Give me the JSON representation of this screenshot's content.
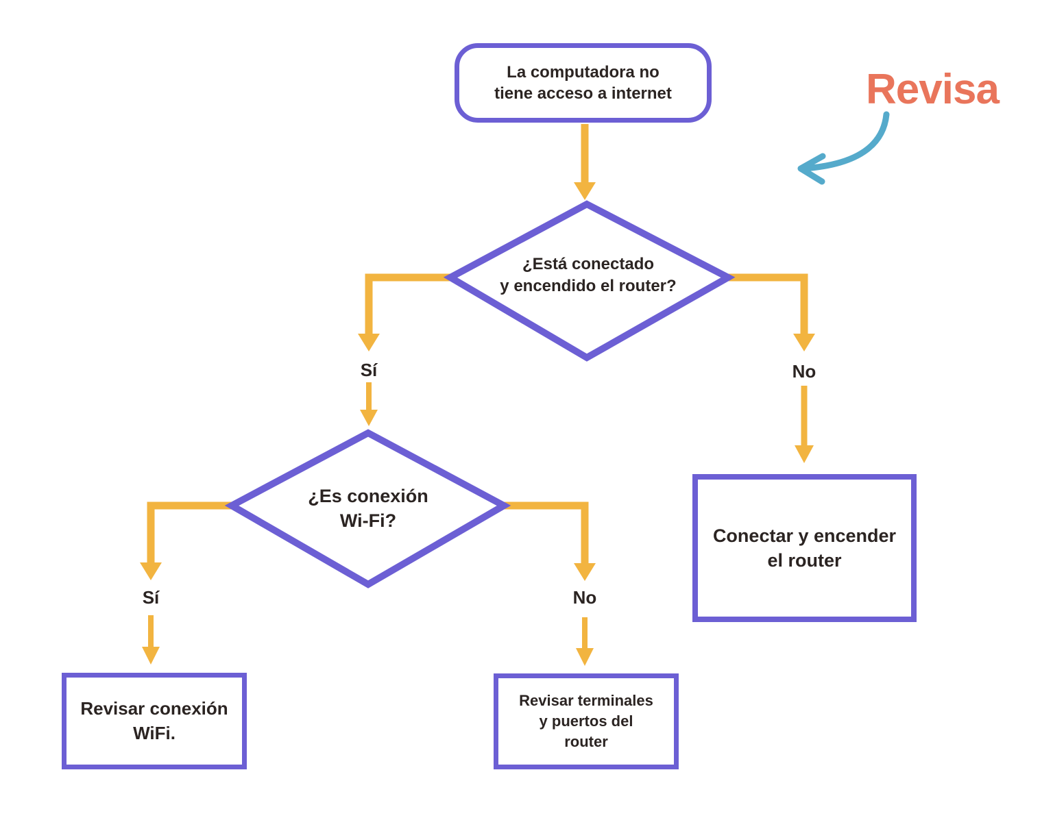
{
  "canvas": {
    "background": "#FFFFFF"
  },
  "style": {
    "node_border_color": "#6C5FD4",
    "arrow_color": "#F2B440",
    "text_color": "#2B2422"
  },
  "annotation": {
    "label": "Revisa",
    "text_color": "#E9755B",
    "arrow_color": "#55AACB",
    "arrow_icon": "curved-arrow-pointing-down-left"
  },
  "nodes": {
    "start": {
      "type": "terminator",
      "label": "La computadora no\ntiene acceso a internet"
    },
    "router_decision": {
      "type": "decision",
      "label": "¿Está conectado\ny encendido el router?"
    },
    "wifi_decision": {
      "type": "decision",
      "label": "¿Es conexión\nWi-Fi?"
    },
    "connect_router": {
      "type": "process",
      "label": "Conectar y encender\nel router"
    },
    "check_wifi": {
      "type": "process",
      "label": "Revisar conexión\nWiFi."
    },
    "check_ports": {
      "type": "process",
      "label": "Revisar terminales\ny puertos del\nrouter"
    }
  },
  "edges": {
    "start_to_router": {
      "label": "",
      "from": "start",
      "to": "router_decision"
    },
    "router_yes": {
      "label": "Sí",
      "from": "router_decision",
      "to": "wifi_decision"
    },
    "router_no": {
      "label": "No",
      "from": "router_decision",
      "to": "connect_router"
    },
    "wifi_yes": {
      "label": "Sí",
      "from": "wifi_decision",
      "to": "check_wifi"
    },
    "wifi_no": {
      "label": "No",
      "from": "wifi_decision",
      "to": "check_ports"
    }
  }
}
